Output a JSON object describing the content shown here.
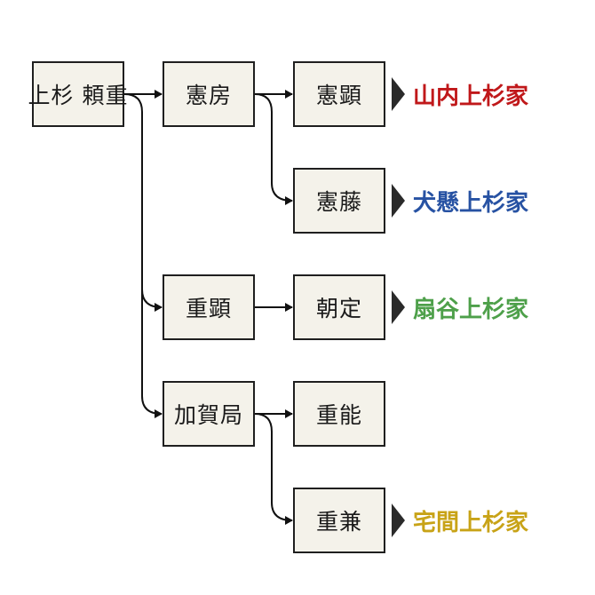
{
  "nodes": {
    "yorishige": "上杉 頼重",
    "norifusa": "憲房",
    "shigeaki": "重顕",
    "kaganotsubone": "加賀局",
    "noriaki": "憲顕",
    "norifuji": "憲藤",
    "tomosada": "朝定",
    "shigeyoshi": "重能",
    "shigekane": "重兼"
  },
  "clans": {
    "yamanouchi": "山内上杉家",
    "inukake": "犬懸上杉家",
    "ogigayatsu": "扇谷上杉家",
    "takuma": "宅間上杉家"
  },
  "colors": {
    "yamanouchi": "#c0181a",
    "inukake": "#2752a3",
    "ogigayatsu": "#4ea04a",
    "takuma": "#c8a317",
    "box_bg": "#f4f2ea",
    "line": "#111111"
  }
}
